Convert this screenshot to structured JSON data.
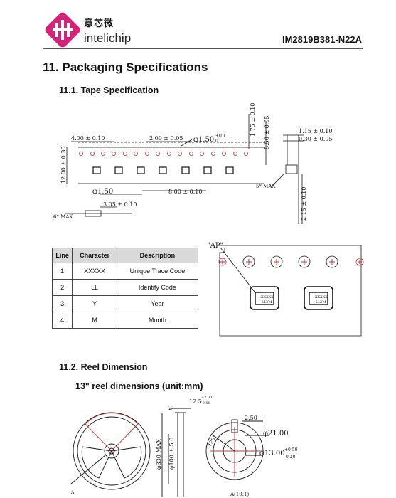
{
  "header": {
    "brand_cn": "意芯微",
    "brand_en": "intelichip",
    "part_number": "IM2819B381-N22A"
  },
  "section": {
    "title": "11. Packaging Specifications",
    "tape_title": "11.1. Tape Specification",
    "reel_title": "11.2. Reel Dimension",
    "reel_subtitle": "13\" reel dimensions (unit:mm)"
  },
  "tape_drawing": {
    "dim_pitch": "4.00 ± 0.10",
    "dim_hole_to_pocket": "2.00 ± 0.05",
    "dim_hole_dia": "φ1.50",
    "dim_hole_tol": "+0.1",
    "dim_hole_tol_low": "0",
    "dim_width": "12.00 ± 0.30",
    "dim_edge": "1.75 ± 0.10",
    "dim_row": "5.50 ± 0.05",
    "dim_pocket_dia": "φ1.50",
    "dim_pocket_pitch": "8.00 ± 0.10",
    "dim_pocket_width": "3.05 ± 0.10",
    "dim_angle": "6° MAX",
    "dim_side_1": "1.15 ± 0.10",
    "dim_side_2": "0.30 ± 0.05",
    "dim_side_angle": "5° MAX",
    "dim_side_height": "2.15 ± 0.10",
    "ap_label": "\"AP\"",
    "chip_text_1": "XXXXX",
    "chip_text_2": "LLYM"
  },
  "marking_table": {
    "headers": [
      "Line",
      "Character",
      "Description"
    ],
    "rows": [
      [
        "1",
        "XXXXX",
        "Unique Trace Code"
      ],
      [
        "2",
        "LL",
        "Identify Code"
      ],
      [
        "3",
        "Y",
        "Year"
      ],
      [
        "4",
        "M",
        "Month"
      ]
    ]
  },
  "reel_drawing": {
    "dim_gap": "12.5",
    "dim_gap_tol_hi": "+2.00",
    "dim_gap_tol_lo": "-0.00",
    "dim_flange": "2",
    "dim_outer": "φ330 MAX",
    "dim_hub": "φ100 ± 5.0",
    "label_a": "A",
    "detail_title": "A(10:1)",
    "dim_slot": "2.50",
    "dim_angle": "120°",
    "dim_d21": "φ21.00",
    "dim_d13": "φ13.00",
    "dim_d13_hi": "+0.50",
    "dim_d13_lo": "-0.20"
  }
}
